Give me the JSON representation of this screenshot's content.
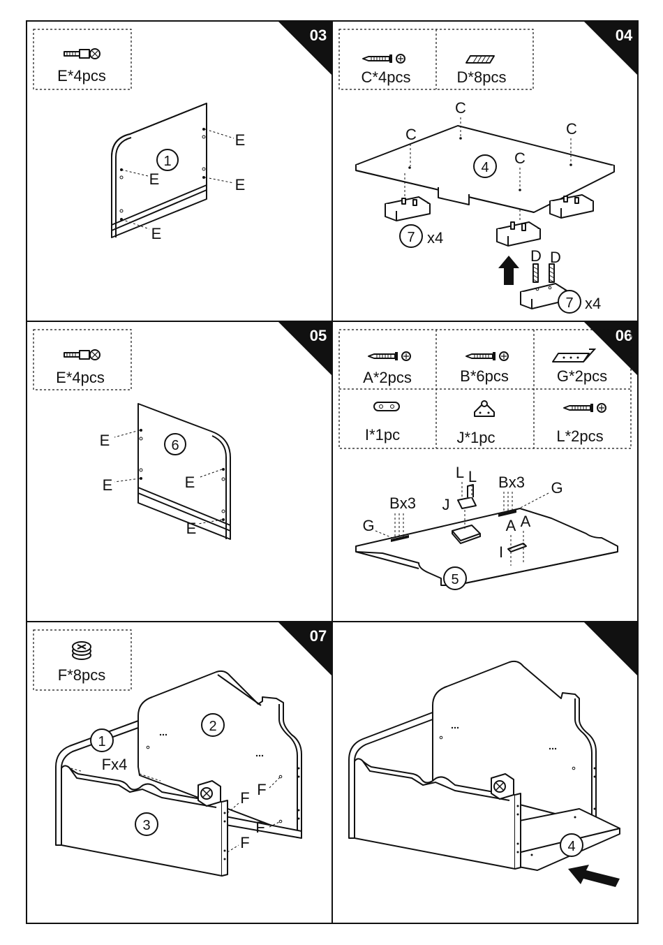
{
  "panels": [
    {
      "step": "03",
      "parts": [
        {
          "label": "E*4pcs",
          "icon": "cam-bolt-icon"
        }
      ],
      "callouts": [
        "1",
        "E",
        "E",
        "E",
        "E"
      ]
    },
    {
      "step": "04",
      "parts": [
        {
          "label": "C*4pcs",
          "icon": "screw-icon"
        },
        {
          "label": "D*8pcs",
          "icon": "dowel-icon"
        }
      ],
      "callouts": [
        "4",
        "C",
        "C",
        "C",
        "C",
        "7",
        "x4",
        "D",
        "D",
        "7",
        "x4"
      ]
    },
    {
      "step": "05",
      "parts": [
        {
          "label": "E*4pcs",
          "icon": "cam-bolt-icon"
        }
      ],
      "callouts": [
        "6",
        "E",
        "E",
        "E",
        "E"
      ]
    },
    {
      "step": "06",
      "parts": [
        {
          "label": "A*2pcs",
          "icon": "screw-icon"
        },
        {
          "label": "B*6pcs",
          "icon": "screw-icon"
        },
        {
          "label": "G*2pcs",
          "icon": "bracket-icon"
        },
        {
          "label": "I*1pc",
          "icon": "plate-icon"
        },
        {
          "label": "J*1pc",
          "icon": "hook-icon"
        },
        {
          "label": "L*2pcs",
          "icon": "screw-icon"
        }
      ],
      "callouts": [
        "L",
        "L",
        "Bx3",
        "Bx3",
        "G",
        "G",
        "J",
        "A",
        "A",
        "I",
        "5"
      ]
    },
    {
      "step": "07",
      "parts": [
        {
          "label": "F*8pcs",
          "icon": "cam-lock-icon"
        }
      ],
      "callouts": [
        "1",
        "2",
        "3",
        "Fx4",
        "F",
        "F",
        "F",
        "F"
      ]
    },
    {
      "step": "",
      "parts": [],
      "callouts": [
        "4"
      ]
    }
  ]
}
